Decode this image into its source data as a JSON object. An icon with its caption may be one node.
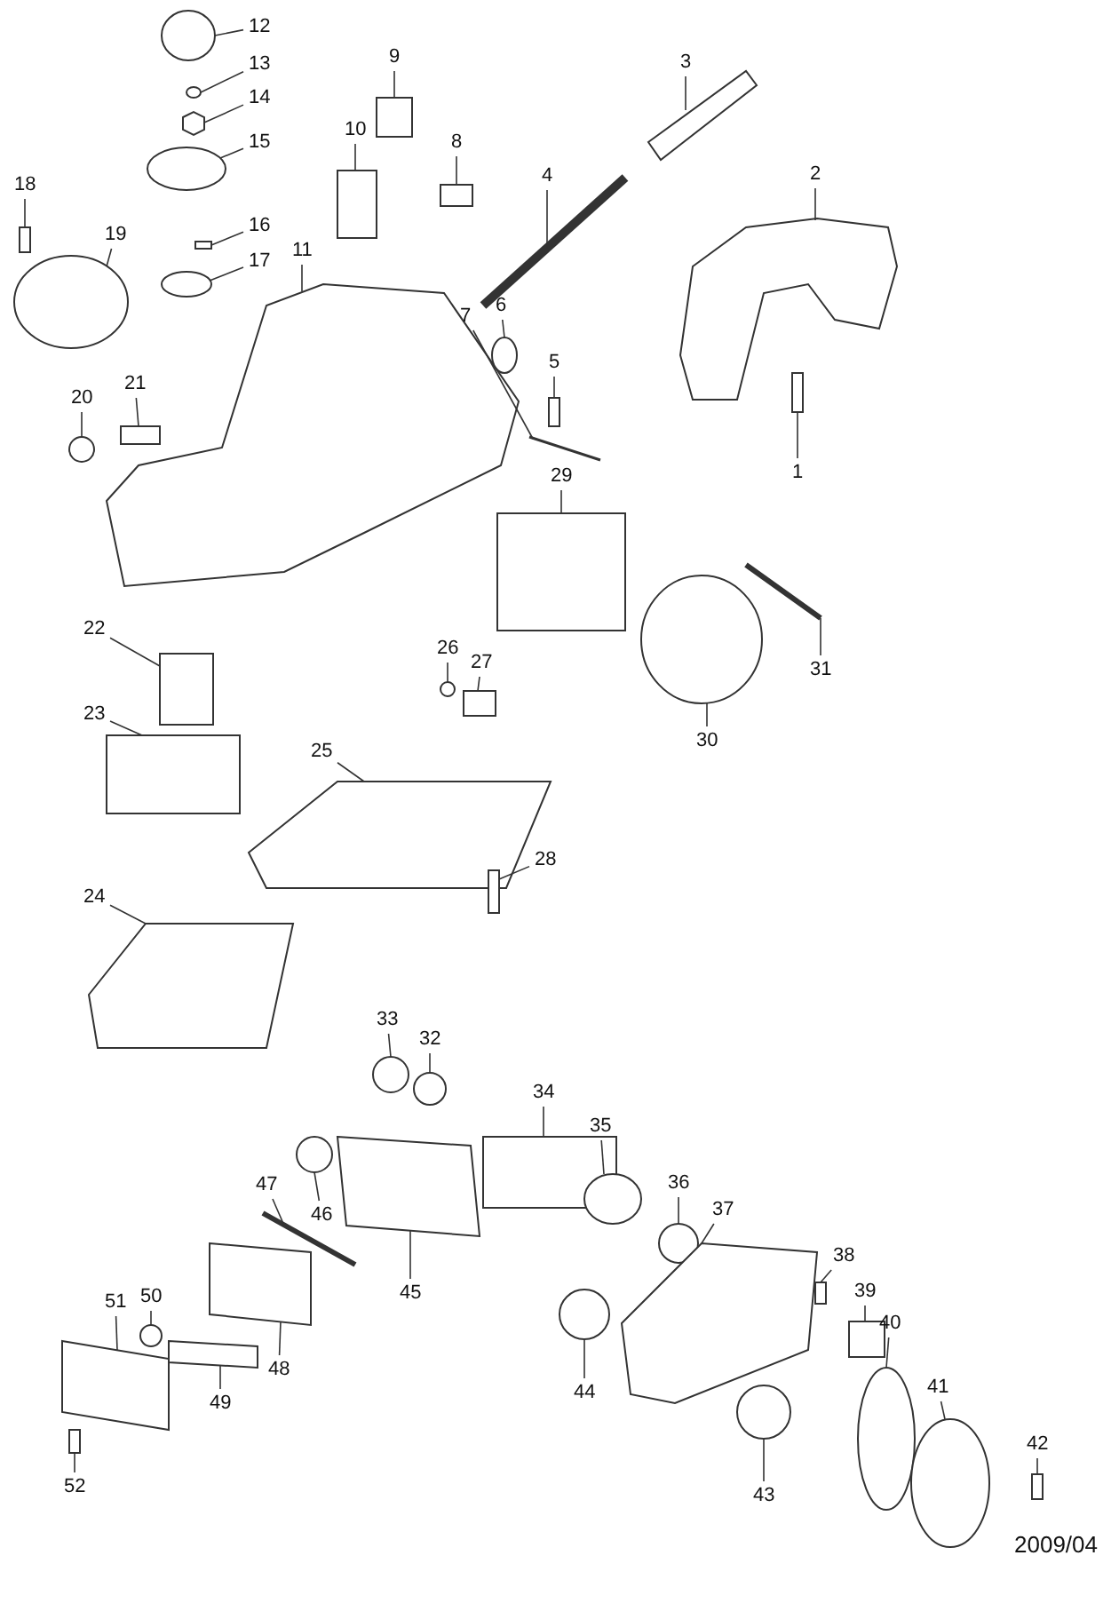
{
  "diagram": {
    "nodes": [
      {
        "text": [
          "1"
        ]
      },
      {
        "text": [
          "2"
        ]
      },
      {
        "text": [
          "3"
        ]
      },
      {
        "text": [
          "4"
        ]
      },
      {
        "text": [
          "5"
        ]
      },
      {
        "text": [
          "6"
        ]
      },
      {
        "text": [
          "7"
        ]
      },
      {
        "text": [
          "8"
        ]
      },
      {
        "text": [
          "9"
        ]
      },
      {
        "text": [
          "10"
        ]
      },
      {
        "text": [
          "11"
        ]
      },
      {
        "text": [
          "12"
        ]
      },
      {
        "text": [
          "13"
        ]
      },
      {
        "text": [
          "14"
        ]
      },
      {
        "text": [
          "15"
        ]
      },
      {
        "text": [
          "16"
        ]
      },
      {
        "text": [
          "17"
        ]
      },
      {
        "text": [
          "18"
        ]
      },
      {
        "text": [
          "19"
        ]
      },
      {
        "text": [
          "20"
        ]
      },
      {
        "text": [
          "21"
        ]
      },
      {
        "text": [
          "22"
        ]
      },
      {
        "text": [
          "23"
        ]
      },
      {
        "text": [
          "24"
        ]
      },
      {
        "text": [
          "25"
        ]
      },
      {
        "text": [
          "26"
        ]
      },
      {
        "text": [
          "27"
        ]
      },
      {
        "text": [
          "28"
        ]
      },
      {
        "text": [
          "29"
        ]
      },
      {
        "text": [
          "30"
        ]
      },
      {
        "text": [
          "31"
        ]
      },
      {
        "text": [
          "32"
        ]
      },
      {
        "text": [
          "33"
        ]
      },
      {
        "text": [
          "34"
        ]
      },
      {
        "text": [
          "35"
        ]
      },
      {
        "text": [
          "36"
        ]
      },
      {
        "text": [
          "37"
        ]
      },
      {
        "text": [
          "38"
        ]
      },
      {
        "text": [
          "39"
        ]
      },
      {
        "text": [
          "40"
        ]
      },
      {
        "text": [
          "41"
        ]
      },
      {
        "text": [
          "42"
        ]
      },
      {
        "text": [
          "43"
        ]
      },
      {
        "text": [
          "44"
        ]
      },
      {
        "text": [
          "45"
        ]
      },
      {
        "text": [
          "46"
        ]
      },
      {
        "text": [
          "47"
        ]
      },
      {
        "text": [
          "48"
        ]
      },
      {
        "text": [
          "49"
        ]
      },
      {
        "text": [
          "50"
        ]
      },
      {
        "text": [
          "51"
        ]
      },
      {
        "text": [
          "52"
        ]
      },
      {
        "text": [],
        "shape": "box"
      },
      {
        "text": [],
        "shape": "box"
      },
      {
        "text": [],
        "shape": "box"
      },
      {
        "text": [],
        "shape": "bar"
      },
      {
        "text": [],
        "shape": "box"
      },
      {
        "text": [],
        "shape": "circle"
      },
      {
        "text": [],
        "shape": "bar"
      },
      {
        "text": [],
        "shape": "box"
      },
      {
        "text": [],
        "shape": "box"
      },
      {
        "text": [],
        "shape": "box"
      },
      {
        "text": [],
        "shape": "box"
      },
      {
        "text": [],
        "shape": "circle"
      },
      {
        "text": [],
        "shape": "circle"
      },
      {
        "text": [],
        "shape": "box"
      },
      {
        "text": [],
        "shape": "circle"
      },
      {
        "text": [],
        "shape": "box"
      },
      {
        "text": [],
        "shape": "circle"
      },
      {
        "text": [],
        "shape": "box"
      },
      {
        "text": [],
        "shape": "circle"
      },
      {
        "text": [],
        "shape": "circle"
      },
      {
        "text": [],
        "shape": "box"
      },
      {
        "text": [],
        "shape": "box"
      },
      {
        "text": [],
        "shape": "box"
      },
      {
        "text": [],
        "shape": "box"
      },
      {
        "text": [],
        "shape": "box"
      },
      {
        "text": [],
        "shape": "circle"
      },
      {
        "text": [],
        "shape": "box"
      },
      {
        "text": [],
        "shape": "box"
      },
      {
        "text": [],
        "shape": "box"
      },
      {
        "text": [],
        "shape": "circle"
      },
      {
        "text": [],
        "shape": "bar"
      },
      {
        "text": [],
        "shape": "circle"
      },
      {
        "text": [],
        "shape": "circle"
      },
      {
        "text": [],
        "shape": "box"
      },
      {
        "text": [],
        "shape": "circle"
      },
      {
        "text": [],
        "shape": "circle"
      },
      {
        "text": [],
        "shape": "box"
      },
      {
        "text": [],
        "shape": "box"
      },
      {
        "text": [],
        "shape": "box"
      },
      {
        "text": [],
        "shape": "circle"
      },
      {
        "text": [],
        "shape": "circle"
      },
      {
        "text": [],
        "shape": "box"
      },
      {
        "text": [],
        "shape": "circle"
      },
      {
        "text": [],
        "shape": "circle"
      },
      {
        "text": [],
        "shape": "box"
      },
      {
        "text": [],
        "shape": "circle"
      },
      {
        "text": [],
        "shape": "bar"
      },
      {
        "text": [],
        "shape": "box"
      },
      {
        "text": [],
        "shape": "box"
      },
      {
        "text": [],
        "shape": "circle"
      },
      {
        "text": [],
        "shape": "box"
      },
      {
        "text": [],
        "shape": "box"
      }
    ],
    "edges": [
      {
        "from": 0,
        "to": 52,
        "arrow": "none"
      },
      {
        "from": 1,
        "to": 53,
        "arrow": "none"
      },
      {
        "from": 2,
        "to": 54,
        "arrow": "none"
      },
      {
        "from": 3,
        "to": 55,
        "arrow": "none"
      },
      {
        "from": 4,
        "to": 56,
        "arrow": "none"
      },
      {
        "from": 5,
        "to": 57,
        "arrow": "none"
      },
      {
        "from": 6,
        "to": 58,
        "arrow": "none"
      },
      {
        "from": 7,
        "to": 59,
        "arrow": "none"
      },
      {
        "from": 8,
        "to": 60,
        "arrow": "none"
      },
      {
        "from": 9,
        "to": 61,
        "arrow": "none"
      },
      {
        "from": 10,
        "to": 62,
        "arrow": "none"
      },
      {
        "from": 11,
        "to": 63,
        "arrow": "none"
      },
      {
        "from": 12,
        "to": 64,
        "arrow": "none"
      },
      {
        "from": 13,
        "to": 65,
        "arrow": "none"
      },
      {
        "from": 14,
        "to": 66,
        "arrow": "none"
      },
      {
        "from": 15,
        "to": 67,
        "arrow": "none"
      },
      {
        "from": 16,
        "to": 68,
        "arrow": "none"
      },
      {
        "from": 17,
        "to": 69,
        "arrow": "none"
      },
      {
        "from": 18,
        "to": 70,
        "arrow": "none"
      },
      {
        "from": 19,
        "to": 71,
        "arrow": "none"
      },
      {
        "from": 20,
        "to": 72,
        "arrow": "none"
      },
      {
        "from": 21,
        "to": 73,
        "arrow": "none"
      },
      {
        "from": 22,
        "to": 74,
        "arrow": "none"
      },
      {
        "from": 23,
        "to": 75,
        "arrow": "none"
      },
      {
        "from": 24,
        "to": 76,
        "arrow": "none"
      },
      {
        "from": 25,
        "to": 77,
        "arrow": "none"
      },
      {
        "from": 26,
        "to": 78,
        "arrow": "none"
      },
      {
        "from": 27,
        "to": 79,
        "arrow": "none"
      },
      {
        "from": 28,
        "to": 80,
        "arrow": "none"
      },
      {
        "from": 29,
        "to": 81,
        "arrow": "none"
      },
      {
        "from": 30,
        "to": 82,
        "arrow": "none"
      },
      {
        "from": 31,
        "to": 83,
        "arrow": "none"
      },
      {
        "from": 32,
        "to": 84,
        "arrow": "none"
      },
      {
        "from": 33,
        "to": 85,
        "arrow": "none"
      },
      {
        "from": 34,
        "to": 86,
        "arrow": "none"
      },
      {
        "from": 35,
        "to": 87,
        "arrow": "none"
      },
      {
        "from": 36,
        "to": 88,
        "arrow": "none"
      },
      {
        "from": 37,
        "to": 89,
        "arrow": "none"
      },
      {
        "from": 38,
        "to": 90,
        "arrow": "none"
      },
      {
        "from": 39,
        "to": 91,
        "arrow": "none"
      },
      {
        "from": 40,
        "to": 92,
        "arrow": "none"
      },
      {
        "from": 41,
        "to": 93,
        "arrow": "none"
      },
      {
        "from": 42,
        "to": 94,
        "arrow": "none"
      },
      {
        "from": 43,
        "to": 95,
        "arrow": "none"
      },
      {
        "from": 44,
        "to": 96,
        "arrow": "none"
      },
      {
        "from": 45,
        "to": 97,
        "arrow": "none"
      },
      {
        "from": 46,
        "to": 98,
        "arrow": "none"
      },
      {
        "from": 47,
        "to": 99,
        "arrow": "none"
      },
      {
        "from": 48,
        "to": 100,
        "arrow": "none"
      },
      {
        "from": 49,
        "to": 101,
        "arrow": "none"
      },
      {
        "from": 50,
        "to": 102,
        "arrow": "none"
      },
      {
        "from": 51,
        "to": 103,
        "arrow": "none"
      }
    ],
    "labels": [
      "2009/04"
    ]
  }
}
